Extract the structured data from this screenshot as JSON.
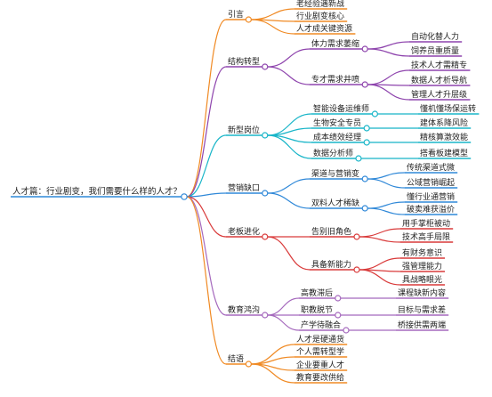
{
  "root": {
    "label": "人才篇：行业剧变，我们需要什么样的人才？",
    "color": "#2f88d8"
  },
  "branches": [
    {
      "id": "intro",
      "label": "引言",
      "color": "#f08a24",
      "children": [
        {
          "label": "老经验遇新战",
          "children": []
        },
        {
          "label": "行业剧变核心",
          "children": []
        },
        {
          "label": "人才成关键资源",
          "children": []
        }
      ]
    },
    {
      "id": "structural",
      "label": "结构转型",
      "color": "#8e44ad",
      "children": [
        {
          "label": "体力需求萎缩",
          "children": [
            {
              "label": "自动化替人力"
            },
            {
              "label": "饲养员重质量"
            }
          ]
        },
        {
          "label": "专才需求井喷",
          "children": [
            {
              "label": "技术人才需精专"
            },
            {
              "label": "数据人才析导航"
            },
            {
              "label": "管理人才升层级"
            }
          ]
        }
      ]
    },
    {
      "id": "new-roles",
      "label": "新型岗位",
      "color": "#18b5c8",
      "children": [
        {
          "label": "智能设备运维师",
          "children": [
            {
              "label": "懂机懂场保运转"
            }
          ]
        },
        {
          "label": "生物安全专员",
          "children": [
            {
              "label": "建体系降风险"
            }
          ]
        },
        {
          "label": "成本绩效经理",
          "children": [
            {
              "label": "精核算激效能"
            }
          ]
        },
        {
          "label": "数据分析师",
          "children": [
            {
              "label": "搭看板建模型"
            }
          ]
        }
      ]
    },
    {
      "id": "marketing",
      "label": "营销缺口",
      "color": "#2f88d8",
      "children": [
        {
          "label": "渠道与营销变",
          "children": [
            {
              "label": "传统渠道式微"
            },
            {
              "label": "公域营销崛起"
            }
          ]
        },
        {
          "label": "双料人才稀缺",
          "children": [
            {
              "label": "懂行业通营销"
            },
            {
              "label": "破卖难获溢价"
            }
          ]
        }
      ]
    },
    {
      "id": "boss",
      "label": "老板进化",
      "color": "#d93a3a",
      "children": [
        {
          "label": "告别旧角色",
          "children": [
            {
              "label": "用手掌柜被动"
            },
            {
              "label": "技术高手局限"
            }
          ]
        },
        {
          "label": "具备新能力",
          "children": [
            {
              "label": "有财务意识"
            },
            {
              "label": "强管理能力"
            },
            {
              "label": "具战略眼光"
            }
          ]
        }
      ]
    },
    {
      "id": "education",
      "label": "教育鸿沟",
      "color": "#a569bd",
      "children": [
        {
          "label": "高教滞后",
          "children": [
            {
              "label": "课程缺新内容"
            }
          ]
        },
        {
          "label": "职教脱节",
          "children": [
            {
              "label": "目标与需求差"
            }
          ]
        },
        {
          "label": "产学待融合",
          "children": [
            {
              "label": "桥接供需两端"
            }
          ]
        }
      ]
    },
    {
      "id": "conclusion",
      "label": "结语",
      "color": "#f08a24",
      "children": [
        {
          "label": "人才是硬通货",
          "children": []
        },
        {
          "label": "个人需转型学",
          "children": []
        },
        {
          "label": "企业要重人才",
          "children": []
        },
        {
          "label": "教育要改供给",
          "children": []
        }
      ]
    }
  ]
}
